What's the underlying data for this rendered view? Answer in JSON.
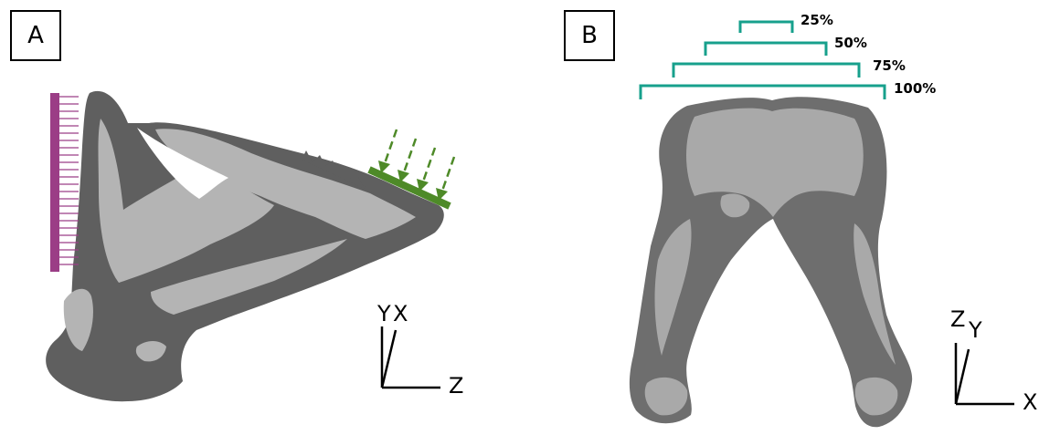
{
  "panels": {
    "a": {
      "label": "A"
    },
    "b": {
      "label": "B"
    }
  },
  "axes_a": {
    "y": "Y",
    "x": "X",
    "z": "Z"
  },
  "axes_b": {
    "z": "Z",
    "y": "Y",
    "x": "X"
  },
  "width_markers": [
    {
      "label": "25%"
    },
    {
      "label": "50%"
    },
    {
      "label": "75%"
    },
    {
      "label": "100%"
    }
  ],
  "colors": {
    "bone_dark": "#5f5f5f",
    "bone_light": "#b4b4b4",
    "constraint": "#9b3d86",
    "load": "#4e8a28",
    "bracket": "#17a08c"
  }
}
